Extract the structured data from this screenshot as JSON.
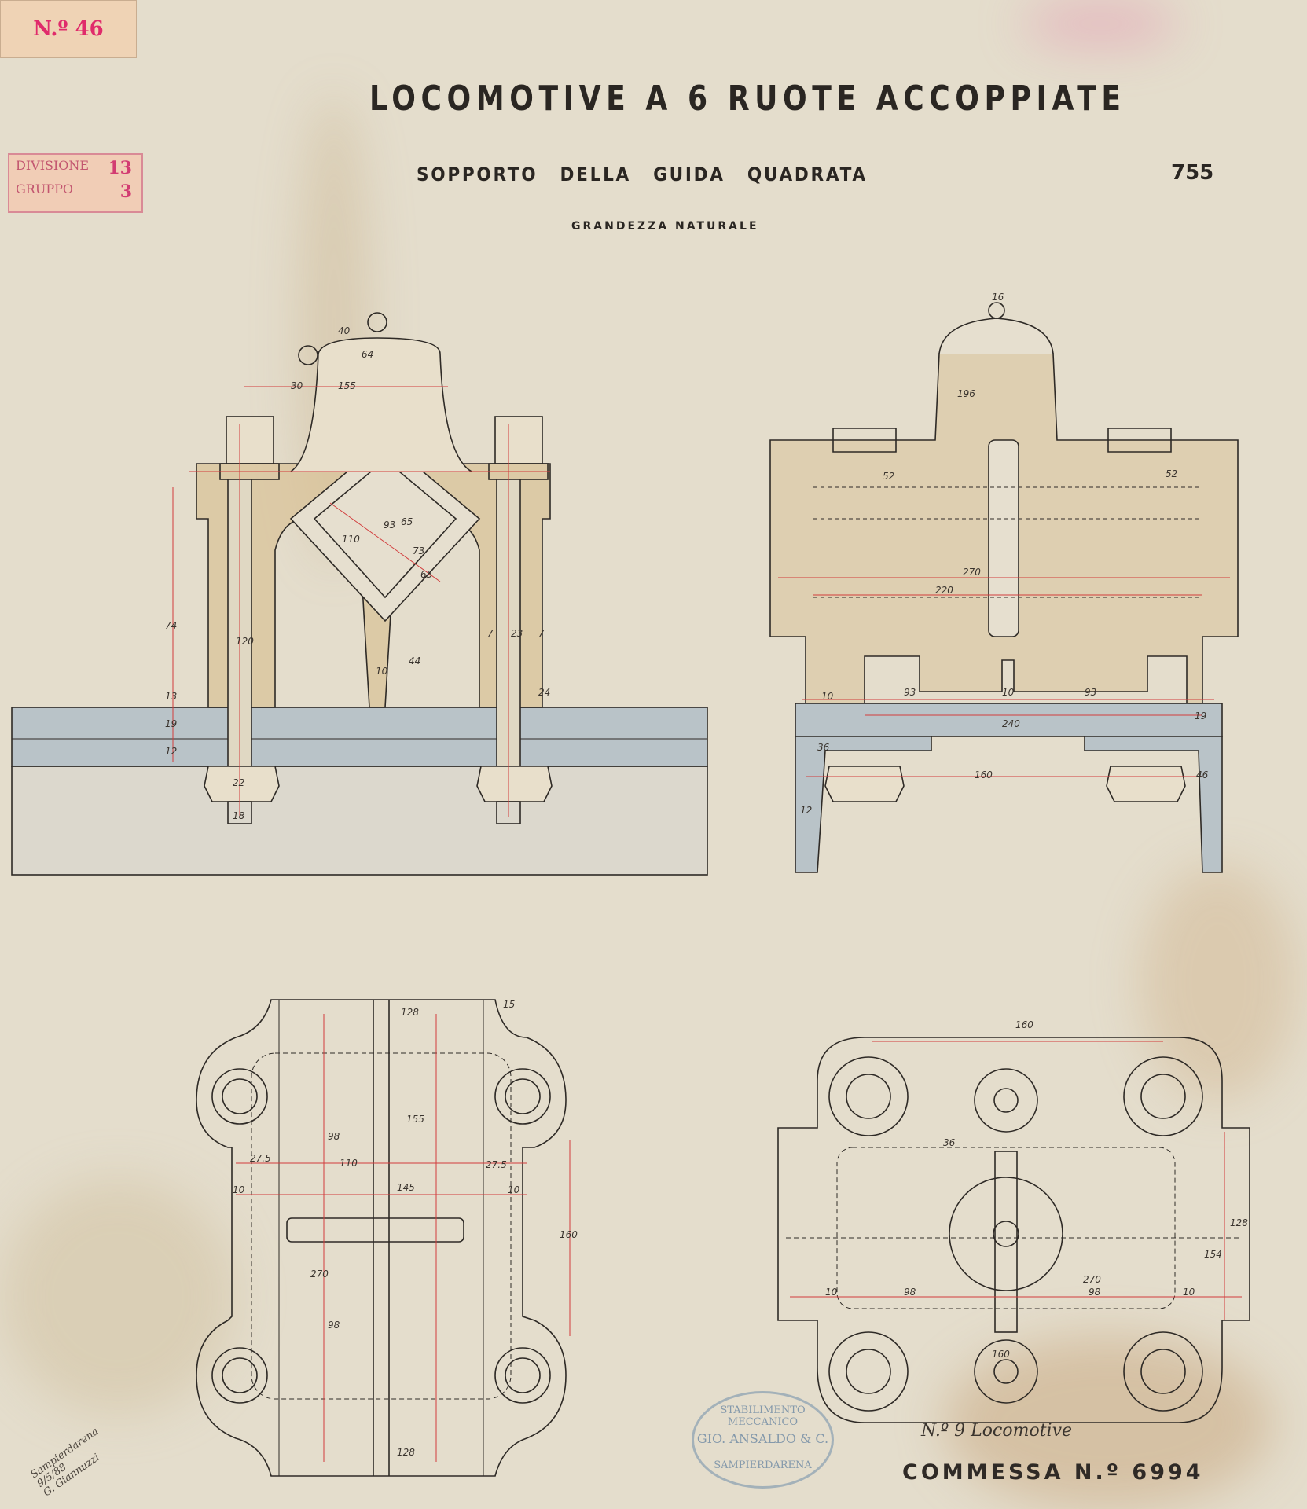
{
  "title": "LOCOMOTIVE A 6 RUOTE ACCOPPIATE",
  "subtitle": "SOPPORTO DELLA GUIDA QUADRATA",
  "scale_note": "GRANDEZZA NATURALE",
  "division_label": {
    "divisione": "DIVISIONE",
    "divisione_value": "13",
    "gruppo": "GRUPPO",
    "gruppo_value": "3"
  },
  "sheet_tag": "N.º 46",
  "sheet_number": "755",
  "handwritten_note": "N.º 9 Locomotive",
  "commessa": "COMMESSA N.º 6994",
  "stamp": {
    "line1": "STABILIMENTO MECCANICO",
    "line2": "GIO. ANSALDO & C.",
    "line3": "SAMPIERDARENA"
  },
  "signature": {
    "line1": "Sampierdarena",
    "line2": "9/5/88",
    "line3": "G. Giannuzzi"
  },
  "dimensions": {
    "front": [
      "155",
      "110",
      "93",
      "65",
      "73",
      "65",
      "120",
      "74",
      "13",
      "19",
      "12",
      "22",
      "18",
      "7",
      "23",
      "7",
      "24",
      "44",
      "10",
      "30",
      "40",
      "64"
    ],
    "side": [
      "16",
      "196",
      "270",
      "220",
      "93",
      "10",
      "93",
      "240",
      "160",
      "36",
      "12",
      "46",
      "19",
      "10",
      "52",
      "52"
    ],
    "plan_left": [
      "128",
      "155",
      "110",
      "145",
      "27.5",
      "27.5",
      "98",
      "270",
      "98",
      "160",
      "128",
      "15",
      "10",
      "10"
    ],
    "plan_right": [
      "160",
      "36",
      "270",
      "98",
      "98",
      "154",
      "128",
      "160",
      "10",
      "10"
    ]
  }
}
